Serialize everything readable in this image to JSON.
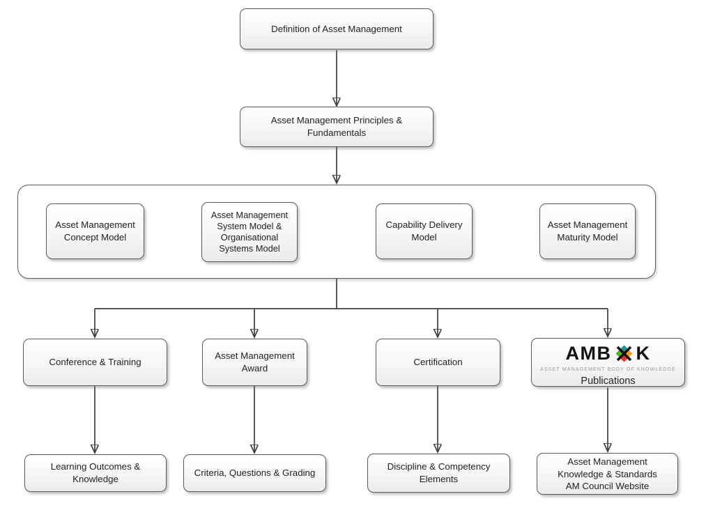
{
  "nodes": {
    "definition": {
      "label": "Definition of Asset Management"
    },
    "principles": {
      "lines": [
        "Asset Management Principles &",
        "Fundamentals"
      ]
    },
    "concept": {
      "lines": [
        "Asset Management",
        "Concept Model"
      ]
    },
    "system": {
      "lines": [
        "Asset Management",
        "System Model &",
        "Organisational",
        "Systems Model"
      ]
    },
    "capability": {
      "lines": [
        "Capability Delivery",
        "Model"
      ]
    },
    "maturity": {
      "lines": [
        "Asset Management",
        "Maturity Model"
      ]
    },
    "conference": {
      "label": "Conference & Training"
    },
    "award": {
      "lines": [
        "Asset Management",
        "Award"
      ]
    },
    "certification": {
      "label": "Certification"
    },
    "ambok": {
      "logo_prefix": "AMB",
      "logo_suffix": "K",
      "tagline": "ASSET MANAGEMENT BODY OF KNOWLEDGE",
      "label": "Publications"
    },
    "learning": {
      "lines": [
        "Learning Outcomes &",
        "Knowledge"
      ]
    },
    "criteria": {
      "label": "Criteria, Questions & Grading"
    },
    "discipline": {
      "lines": [
        "Discipline & Competency",
        "Elements"
      ]
    },
    "knowledge": {
      "lines": [
        "Asset Management",
        "Knowledge & Standards",
        "AM Council Website"
      ]
    }
  },
  "colors": {
    "line": "#3f3f3f",
    "logo_teal": "#18998f",
    "logo_orange": "#f2a02a",
    "logo_red": "#e53228",
    "logo_green": "#54b02d",
    "logo_x": "#111111"
  }
}
